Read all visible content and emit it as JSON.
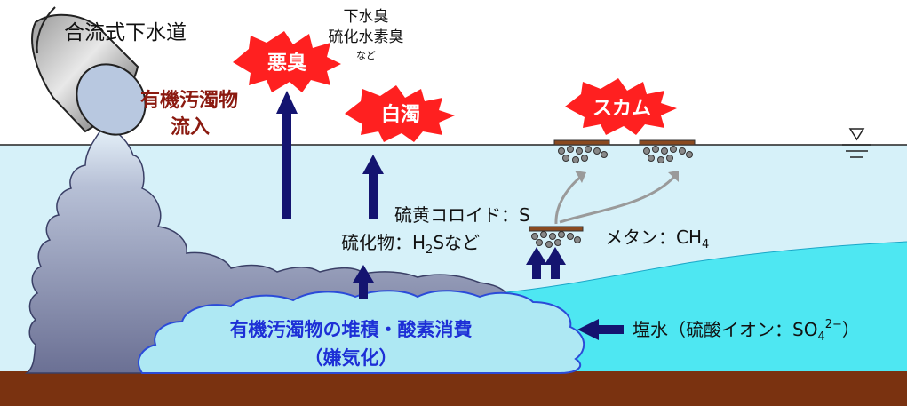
{
  "labels": {
    "sewer": "合流式下水道",
    "odor_burst": "悪臭",
    "odor_detail_1": "下水臭",
    "odor_detail_2": "硫化水素臭",
    "odor_detail_3": "など",
    "inflow_1": "有機汚濁物",
    "inflow_2": "流入",
    "turbidity_burst": "白濁",
    "scum_burst": "スカム",
    "sulfur_colloid": "硫黄コロイド：S",
    "sulfide_prefix": "硫化物：H",
    "sulfide_sub": "2",
    "sulfide_suffix": "Sなど",
    "methane_prefix": "メタン：CH",
    "methane_sub": "4",
    "sediment_1": "有機汚濁物の堆積・酸素消費",
    "sediment_2": "（嫌気化）",
    "saltwater_prefix": "塩水（硫酸イオン：SO",
    "saltwater_sub": "4",
    "saltwater_sup": "2−",
    "saltwater_suffix": "）"
  },
  "colors": {
    "water": "#d6f1f9",
    "saltwater": "#4ee7f2",
    "ground": "#7a3210",
    "plume": "#7a80a4",
    "sediment": "#aee8f3",
    "sediment_outline": "#2b4bd8",
    "arrow": "#141470",
    "burst": "#ff2020",
    "inflow_text": "#8b1a10",
    "sediment_text": "#1d2fd6",
    "scum_bar": "#8a4a20"
  },
  "icons": [
    "water-surface-symbol-icon",
    "pipe-icon",
    "gas-bubble-icon"
  ]
}
